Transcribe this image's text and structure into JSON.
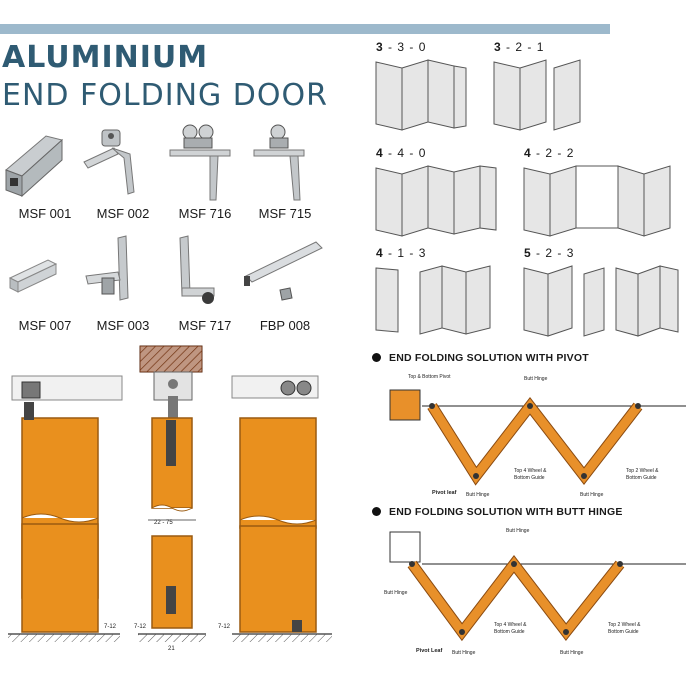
{
  "header": {
    "title_line1": "ALUMINIUM",
    "title_line2": "END FOLDING DOOR"
  },
  "parts": [
    {
      "code": "MSF 001"
    },
    {
      "code": "MSF 002"
    },
    {
      "code": "MSF 716"
    },
    {
      "code": "MSF 715"
    },
    {
      "code": "MSF 007"
    },
    {
      "code": "MSF 003"
    },
    {
      "code": "MSF 717"
    },
    {
      "code": "FBP 008"
    }
  ],
  "drawings": {
    "dim_width": "22 - 75",
    "dim_left": "7-12",
    "dim_mid": "7-12",
    "dim_right": "7-12",
    "dim_bottom": "21"
  },
  "configurations": [
    {
      "a": "3",
      "rest": " - 3 - 0"
    },
    {
      "a": "3",
      "rest": " - 2 - 1"
    },
    {
      "a": "4",
      "rest": " - 4 - 0"
    },
    {
      "a": "4",
      "rest": " - 2 - 2"
    },
    {
      "a": "4",
      "rest": " - 1 - 3"
    },
    {
      "a": "5",
      "rest": " - 2 - 3"
    }
  ],
  "pivot_solution": {
    "heading": "END FOLDING SOLUTION WITH PIVOT",
    "labels": {
      "top_bottom_pivot": "Top & Bottom Pivot",
      "butt_hinge_top": "Butt Hinge",
      "top4_l1": "Top 4 Wheel &",
      "top4_l2": "Bottom Guide",
      "top2_l1": "Top 2 Wheel &",
      "top2_l2": "Bottom Guide",
      "pivot_leaf": "Pivot leaf",
      "butt_hinge_bottom1": "Butt Hinge",
      "butt_hinge_bottom2": "Butt Hinge"
    }
  },
  "butt_solution": {
    "heading": "END FOLDING SOLUTION WITH BUTT HINGE",
    "labels": {
      "butt_hinge_top": "Butt Hinge",
      "butt_hinge_left": "Butt Hinge",
      "top4_l1": "Top 4 Wheel &",
      "top4_l2": "Bottom Guide",
      "top2_l1": "Top 2 Wheel &",
      "top2_l2": "Bottom Guide",
      "pivot_leaf": "Pivot Leaf",
      "butt_hinge_bottom1": "Butt Hinge",
      "butt_hinge_bottom2": "Butt Hinge"
    }
  },
  "colors": {
    "title": "#2f5b73",
    "accent_bar": "#9db9cc",
    "door_orange": "#e9901e",
    "leaf_orange": "#e8902a",
    "frame_grey": "#9a9a9a"
  }
}
